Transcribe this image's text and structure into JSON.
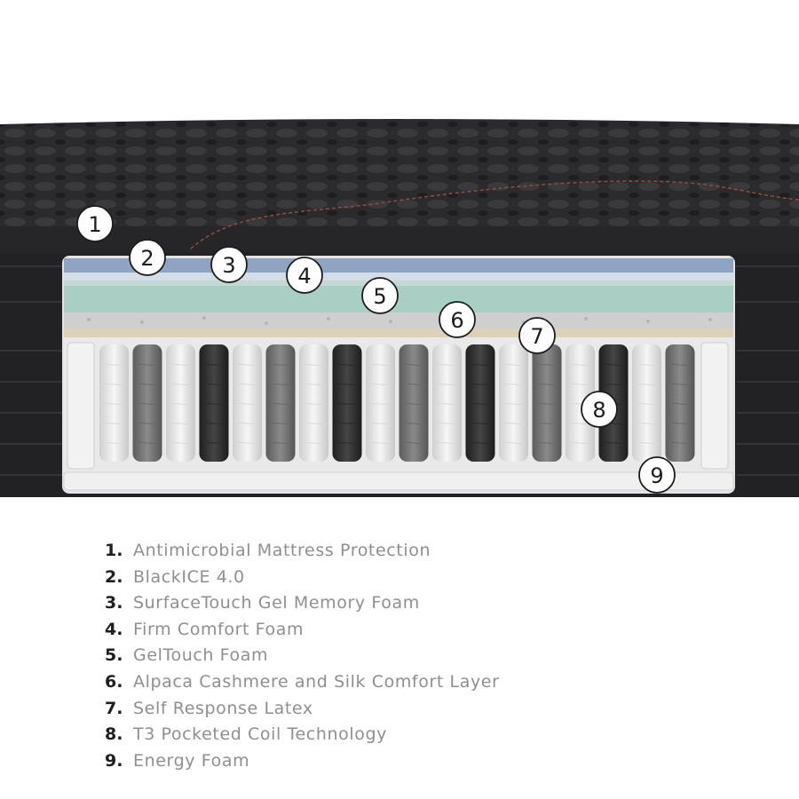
{
  "layers": [
    {
      "number": "1",
      "number_label": "1.",
      "label": "Antimicrobial Mattress Protection"
    },
    {
      "number": "2",
      "number_label": "2.",
      "label": "BlackICE 4.0"
    },
    {
      "number": "3",
      "number_label": "3.",
      "label": "SurfaceTouch Gel Memory Foam"
    },
    {
      "number": "4",
      "number_label": "4.",
      "label": "Firm Comfort Foam"
    },
    {
      "number": "5",
      "number_label": "5.",
      "label": "GelTouch Foam"
    },
    {
      "number": "6",
      "number_label": "6.",
      "label": "Alpaca Cashmere and Silk Comfort Layer"
    },
    {
      "number": "7",
      "number_label": "7.",
      "label": "Self Response Latex"
    },
    {
      "number": "8",
      "number_label": "8.",
      "label": "T3 Pocketed Coil Technology"
    },
    {
      "number": "9",
      "number_label": "9.",
      "label": "Energy Foam"
    }
  ],
  "colors": {
    "mattress_cover": "#2a2a2c",
    "mattress_side": "#202022",
    "blackice_layer": "#8fa3c2",
    "gel_foam_layer": "#a9cfc4",
    "cashmere_layer": "#cfcfcf",
    "latex_layer": "#dcd2b8",
    "coil_light": "#eeeeee",
    "coil_dark": "#3a3a3a",
    "legend_number": "#1f1f1f",
    "legend_text": "#8f8f8f"
  }
}
